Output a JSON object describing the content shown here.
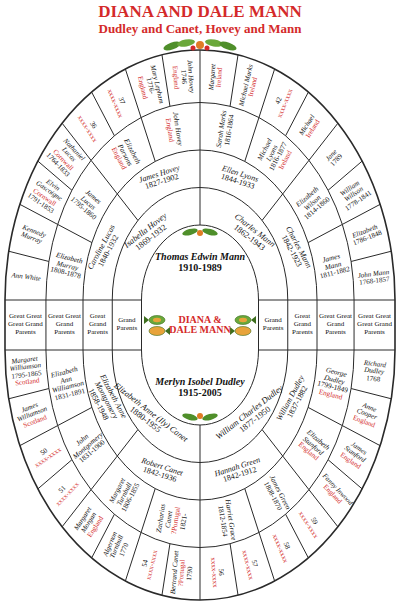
{
  "diagram": {
    "title": "DIANA AND DALE MANN",
    "nodes": [
      {
        "text": [
          "Ann White"
        ]
      },
      {
        "text": [
          "Kennedy Murray"
        ]
      },
      {
        "text": [
          "Elvin Gascoigne",
          "Cornwall",
          "1791-1853"
        ]
      },
      {
        "text": [
          "Nathaniel Lucas",
          "Cornwall",
          "1764-1833"
        ]
      },
      {
        "text": [
          "36",
          "xxxx-xxxx"
        ]
      },
      {
        "text": [
          "37",
          "xxxx-xxxx"
        ]
      },
      {
        "text": [
          "Mary Lepham",
          "1776-",
          "England"
        ]
      },
      {
        "text": [
          "John Hovey",
          "1746",
          "England"
        ]
      },
      {
        "text": [
          "Margaret",
          "Ireland"
        ]
      },
      {
        "text": [
          "Michael Marks",
          "Ireland"
        ]
      },
      {
        "text": [
          "42",
          "xxxx-xxxx"
        ]
      },
      {
        "text": [
          "Michael",
          "Ireland"
        ]
      },
      {
        "text": [
          "Jane",
          "1789"
        ]
      },
      {
        "text": [
          "William Willson",
          "1778-1841"
        ]
      },
      {
        "text": [
          "Elizabeth",
          "1786-1848"
        ]
      },
      {
        "text": [
          "John Mann",
          "1768-1857"
        ]
      },
      {
        "text": [
          "Elizabeth Murray",
          "1808-1878"
        ]
      },
      {
        "text": [
          "James Lucas",
          "1795-1860"
        ]
      },
      {
        "text": [
          "Elizabeth Parsons",
          "England"
        ]
      },
      {
        "text": [
          "John Hovey",
          "England"
        ]
      },
      {
        "text": [
          "Sarah Marks",
          "1816-1864"
        ]
      },
      {
        "text": [
          "Michael Lyons",
          "1816-1877",
          "Ireland"
        ]
      },
      {
        "text": [
          "Elizabeth Wilson",
          "1814-1860"
        ]
      },
      {
        "text": [
          "James Mann",
          "1811-1882"
        ]
      },
      {
        "text": [
          "Caroline Lucas",
          "1840-1932"
        ]
      },
      {
        "text": [
          "James Hovey",
          "1827-1902"
        ]
      },
      {
        "text": [
          "Ellen Lyons",
          "1844-1933"
        ]
      },
      {
        "text": [
          "Charles Mann",
          "1842-1923"
        ]
      },
      {
        "text": [
          "Isabella Hovey",
          "1869-1932"
        ]
      },
      {
        "text": [
          "Charles Mann",
          "1862-1943"
        ]
      },
      {
        "text": [
          "Thomas Edwin Mann",
          "1910-1989"
        ]
      },
      {
        "text": [
          "DIANA & DALE MANN"
        ]
      },
      {
        "text": [
          "Merlyn Isobel Dudley",
          "1915-2005"
        ]
      },
      {
        "text": [
          "Elizabeth Anne (Ily) Canet",
          "1880-1955"
        ]
      },
      {
        "text": [
          "William Charles Dudley",
          "1877-1950"
        ]
      },
      {
        "text": [
          "Elizabeth Anne Montgomery",
          "1858-1948"
        ]
      },
      {
        "text": [
          "Robert Canet",
          "1842-1936"
        ]
      },
      {
        "text": [
          "Hannah Green",
          "1842-1912"
        ]
      },
      {
        "text": [
          "William Dudley",
          "1837-1882"
        ]
      },
      {
        "text": [
          "Elizabeth Ann Williamson",
          "1831-1891"
        ]
      },
      {
        "text": [
          "John Montgomery",
          "1831-1900"
        ]
      },
      {
        "text": [
          "Margaret Turnbull",
          "1806-1855"
        ]
      },
      {
        "text": [
          "Zacharias Canet",
          "?Portugal",
          "1821-"
        ]
      },
      {
        "text": [
          "Harriet Grace",
          "1812-1854"
        ]
      },
      {
        "text": [
          "James Green",
          "1808-1870"
        ]
      },
      {
        "text": [
          "Elizabeth Stanford",
          "England"
        ]
      },
      {
        "text": [
          "George Dudley",
          "1799-1849",
          "England"
        ]
      },
      {
        "text": [
          "Margaret Williamson",
          "1795-1865",
          "Scotland"
        ]
      },
      {
        "text": [
          "James Williamson",
          "Scotland"
        ]
      },
      {
        "text": [
          "50",
          "xxxx-xxxx"
        ]
      },
      {
        "text": [
          "51",
          "xxxx-xxxx"
        ]
      },
      {
        "text": [
          "Margaret Morgan",
          "England"
        ]
      },
      {
        "text": [
          "Algernon Turnbull",
          "1770"
        ]
      },
      {
        "text": [
          "54",
          "xxxx-xxxx"
        ]
      },
      {
        "text": [
          "Bertrand Canet",
          "?Portugal",
          "1790"
        ]
      },
      {
        "text": [
          "56",
          "xxxx-xxxx"
        ]
      },
      {
        "text": [
          "57",
          "xxxx-xxxx"
        ]
      },
      {
        "text": [
          "58",
          "xxxx-xxxx"
        ]
      },
      {
        "text": [
          "59",
          "xxxx-xxxx"
        ]
      },
      {
        "text": [
          "Fanny Inwood",
          "England"
        ]
      },
      {
        "text": [
          "James Stanford",
          "England"
        ]
      },
      {
        "text": [
          "Anne Cooper",
          "England"
        ]
      },
      {
        "text": [
          "Richard Dudley",
          "1768"
        ]
      }
    ],
    "labels": [
      "Dudley and Canet, Hovey and Mann",
      "Great Great Great Grand Parents",
      "Great Great Grand Parents",
      "Great Grand Parents",
      "Grand Parents",
      "Grand Parents",
      "Great Grand Parents",
      "Great Great Grand Parents",
      "Great Great Great Grand Parents"
    ]
  }
}
